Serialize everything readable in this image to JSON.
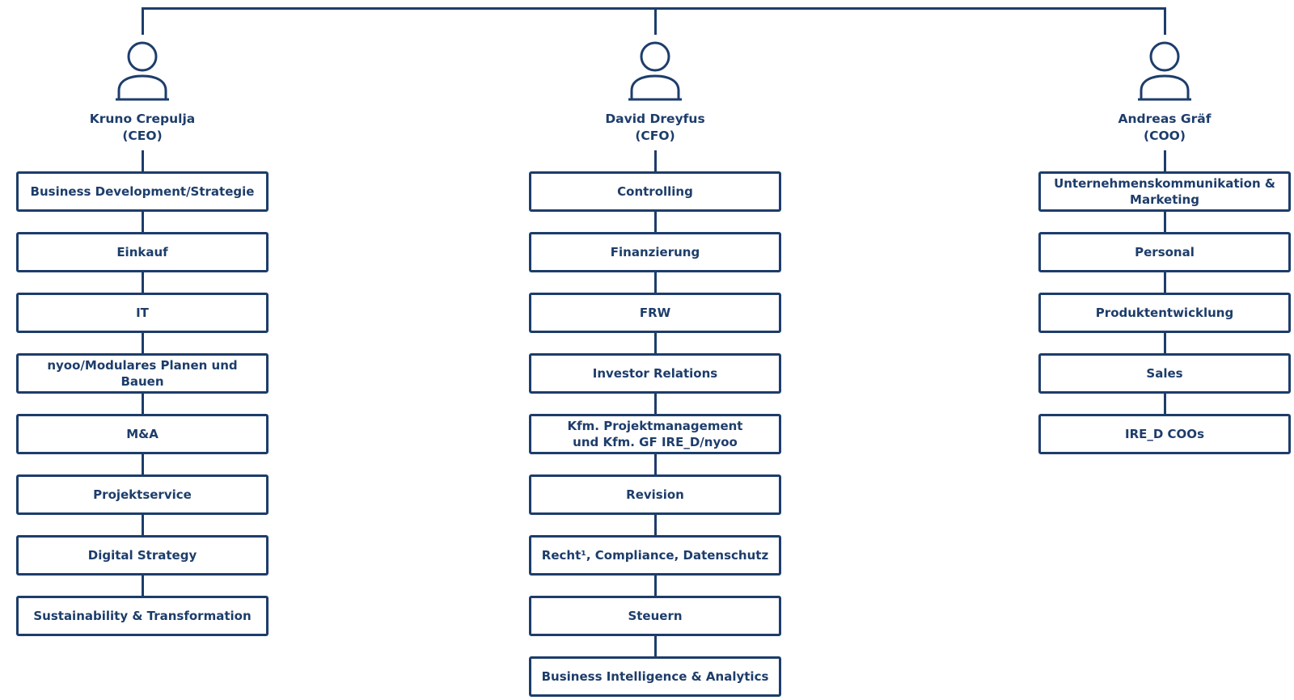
{
  "colors": {
    "primary": "#1d3d6b",
    "background": "#ffffff"
  },
  "executives": [
    {
      "name": "Kruno Crepulja",
      "role": "(CEO)",
      "icon": "person-icon",
      "units": [
        "Business Development/Strategie",
        "Einkauf",
        "IT",
        "nyoo/Modulares Planen und Bauen",
        "M&A",
        "Projektservice",
        "Digital Strategy",
        "Sustainability & Transformation"
      ]
    },
    {
      "name": "David Dreyfus",
      "role": "(CFO)",
      "icon": "person-icon",
      "units": [
        "Controlling",
        "Finanzierung",
        "FRW",
        "Investor Relations",
        "Kfm. Projektmanagement\nund Kfm. GF IRE_D/nyoo",
        "Revision",
        "Recht¹, Compliance, Datenschutz",
        "Steuern",
        "Business Intelligence & Analytics"
      ]
    },
    {
      "name": "Andreas Gräf",
      "role": "(COO)",
      "icon": "person-icon",
      "units": [
        "Unternehmenskommunikation &\nMarketing",
        "Personal",
        "Produktentwicklung",
        "Sales",
        "IRE_D COOs"
      ]
    }
  ]
}
